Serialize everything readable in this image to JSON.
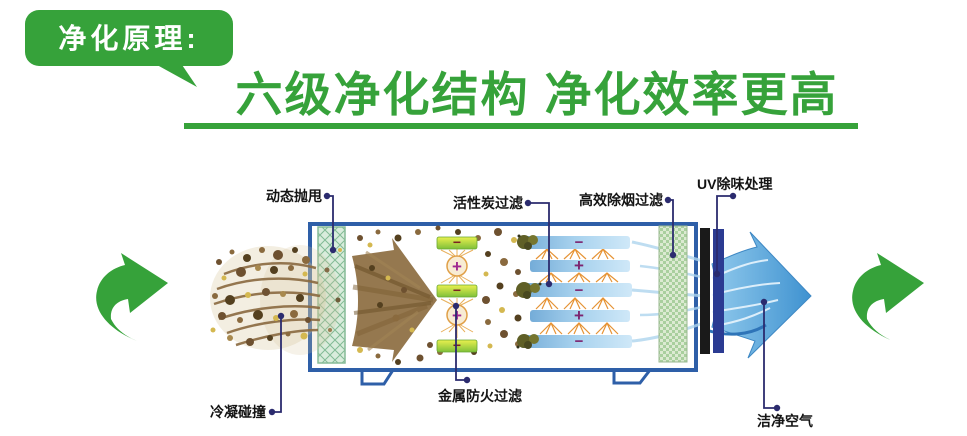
{
  "header": {
    "badge": "净化原理:",
    "title": "六级净化结构  净化效率更高"
  },
  "diagram": {
    "labels": {
      "dynamic_throw": "动态抛甩",
      "activated_carbon": "活性炭过滤",
      "smoke_filter": "高效除烟过滤",
      "uv_treatment": "UV除味处理",
      "condensation": "冷凝碰撞",
      "metal_fire": "金属防火过滤",
      "clean_air": "洁净空气"
    },
    "symbols": {
      "plus": "+",
      "minus": "−"
    }
  },
  "colors": {
    "brand_green": "#36a23a",
    "box_border_blue": "#2e5fa8",
    "pointer_navy": "#2b2b6e",
    "uv_lamp_black": "#1a1a1a",
    "uv_lamp_navy": "#2b3b92",
    "clean_air_blue": "#4a98d4",
    "particle_brown": "#8a6a40"
  }
}
